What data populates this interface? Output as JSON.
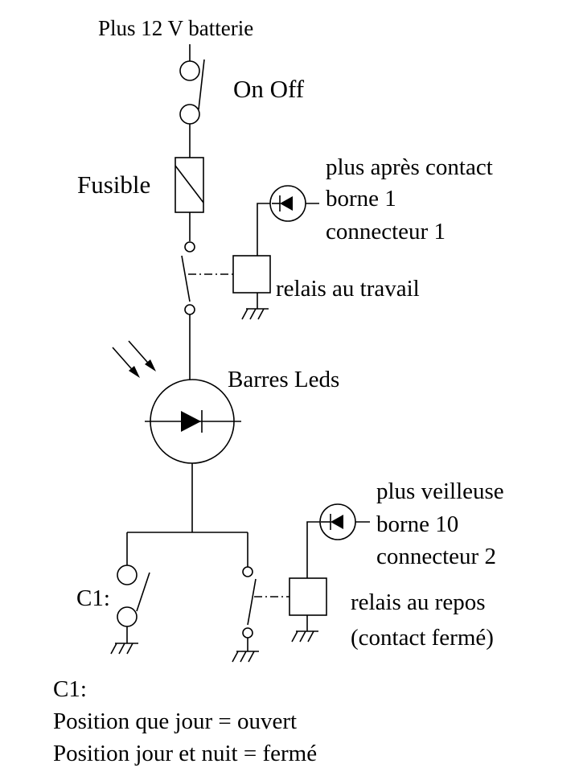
{
  "labels": {
    "battery": "Plus 12 V batterie",
    "switch": "On Off",
    "fuse": "Fusible",
    "acc_line1": "plus après contact",
    "acc_line2": "borne 1",
    "acc_line3": "connecteur 1",
    "relay_work": "relais au travail",
    "leds": "Barres Leds",
    "night_line1": "plus veilleuse",
    "night_line2": "borne 10",
    "night_line3": "connecteur 2",
    "c1_side": "C1:",
    "relay_rest_line1": "relais au repos",
    "relay_rest_line2": "(contact fermé)",
    "note_title": "C1:",
    "note_line1": "Position que jour = ouvert",
    "note_line2": "Position jour et nuit = fermé"
  }
}
